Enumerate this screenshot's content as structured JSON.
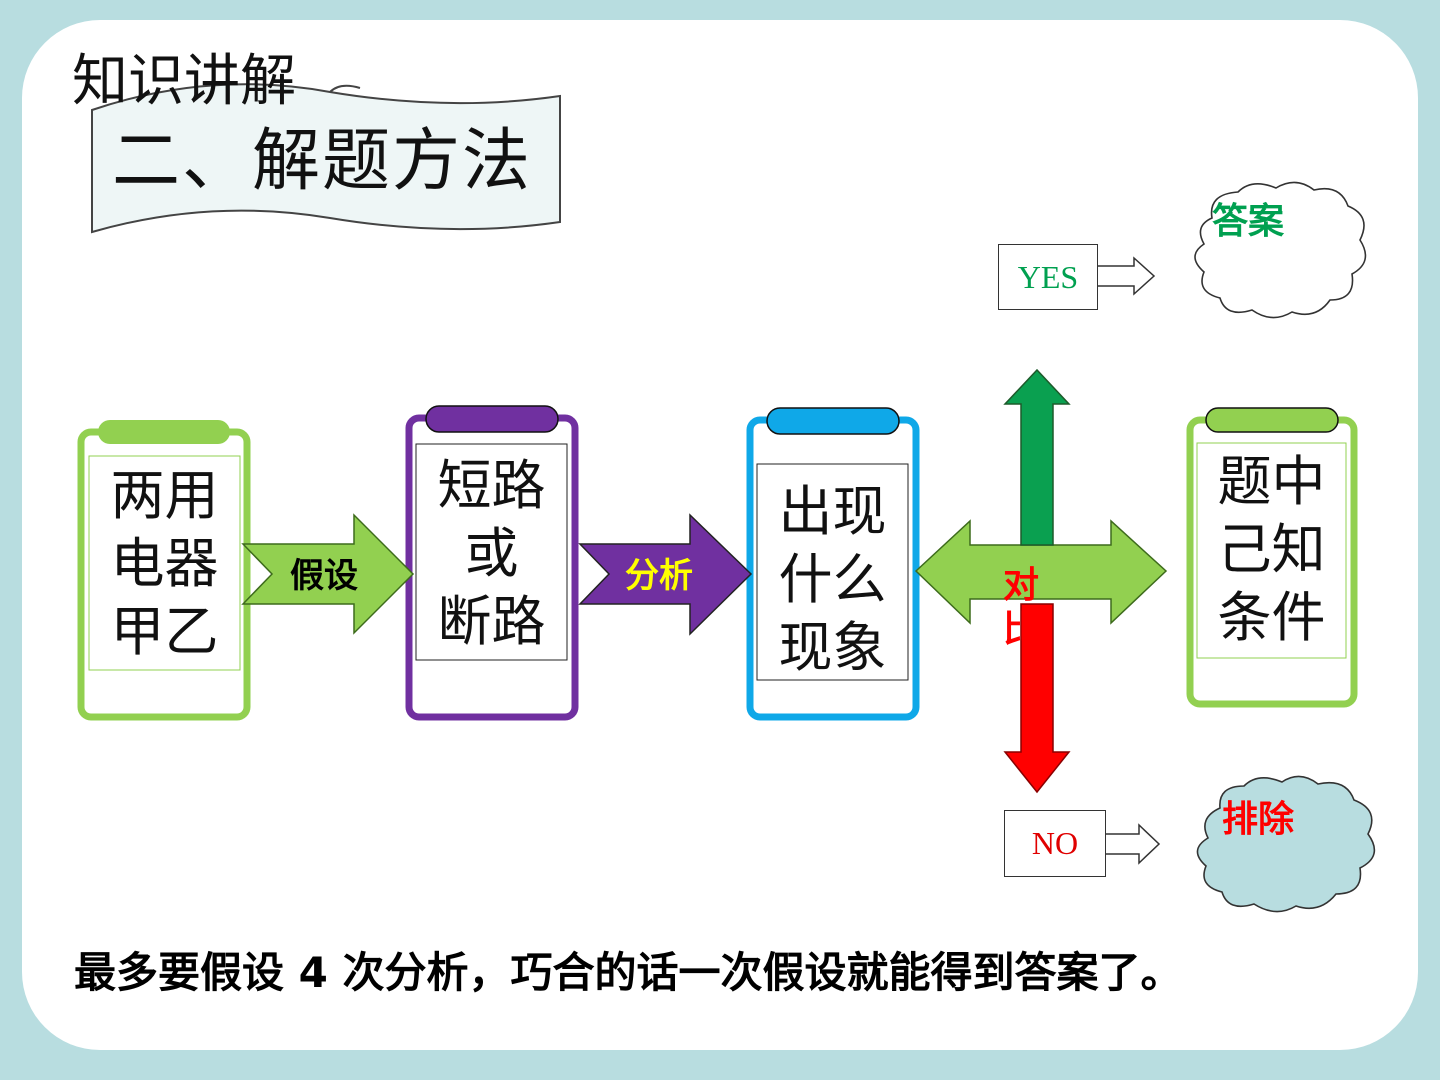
{
  "header": {
    "title": "知识讲解",
    "subtitle": "二、解题方法"
  },
  "flow": {
    "box1": "两用\n电器\n甲乙",
    "box2": "短路\n或\n断路",
    "box3": "出现\n什么\n现象",
    "box4": "题中\n己知\n条件",
    "arrow1_label": "假设",
    "arrow2_label": "分析",
    "compare_label": "对\n比"
  },
  "outcomes": {
    "yes_label": "YES",
    "yes_result": "答案",
    "no_label": "NO",
    "no_result": "排除"
  },
  "footer": {
    "note": "最多要假设 4 次分析，巧合的话一次假设就能得到答案了。"
  },
  "colors": {
    "background": "#b8dde0",
    "green": "#92d050",
    "purple": "#7030a0",
    "blue": "#0fa8e8",
    "arrow_up": "#0aa050",
    "arrow_down": "#ff0000",
    "yes_text": "#00a050",
    "no_text": "#e00000",
    "analysis_text": "#ffff00"
  }
}
